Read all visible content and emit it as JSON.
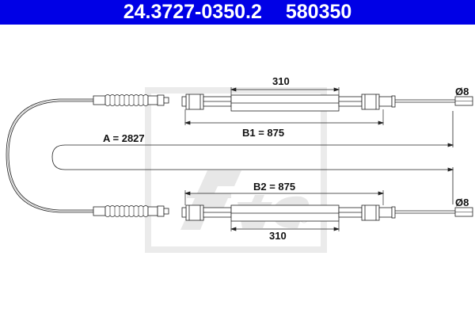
{
  "header": {
    "part_number": "24.3727-0350.2",
    "ref_number": "580350",
    "background_color": "#0000e6"
  },
  "drawing": {
    "type": "brake cable technical drawing",
    "watermark": "ate",
    "dimensions": {
      "overall_length_label": "A = 2827",
      "upper_sleeve_label": "310",
      "upper_b_label": "B1 = 875",
      "lower_b_label": "B2 = 875",
      "lower_sleeve_label": "310",
      "upper_end_diameter": "Ø8",
      "lower_end_diameter": "Ø8"
    }
  }
}
